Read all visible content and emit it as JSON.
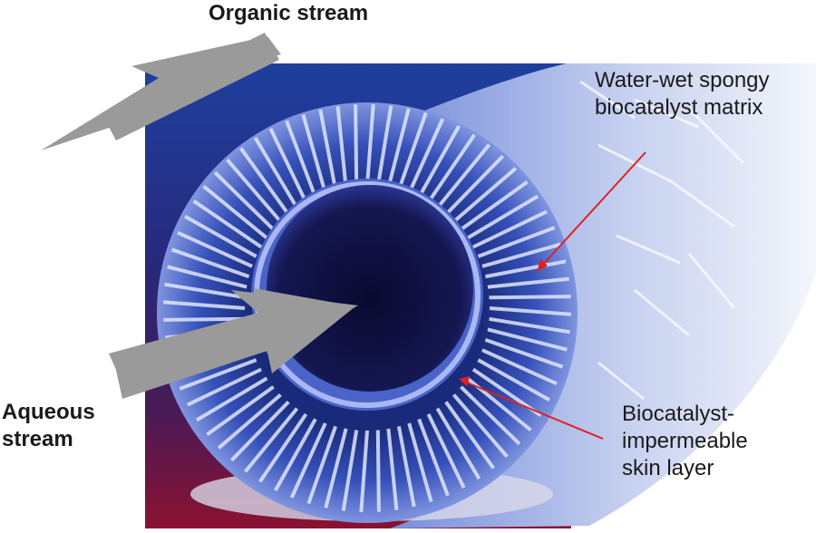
{
  "labels": {
    "organic_stream": "Organic stream",
    "aqueous_stream": [
      "Aqueous",
      "stream"
    ],
    "water_wet_matrix": [
      "Water-wet spongy",
      "biocatalyst matrix"
    ],
    "skin_layer": [
      "Biocatalyst-",
      "impermeable",
      "skin layer"
    ]
  },
  "icons": {
    "organic_arrow": "arrow-left-up",
    "aqueous_arrow": "arrow-right-up"
  },
  "colors": {
    "arrow_gray": "#9a9a9a",
    "pointer_red": "#e0201e",
    "backdrop_top": "#1e3f9e",
    "backdrop_bottom": "#8a1232",
    "fiber_blue": "#3a5ac8",
    "lumen_dark": "#0b0c3a"
  }
}
